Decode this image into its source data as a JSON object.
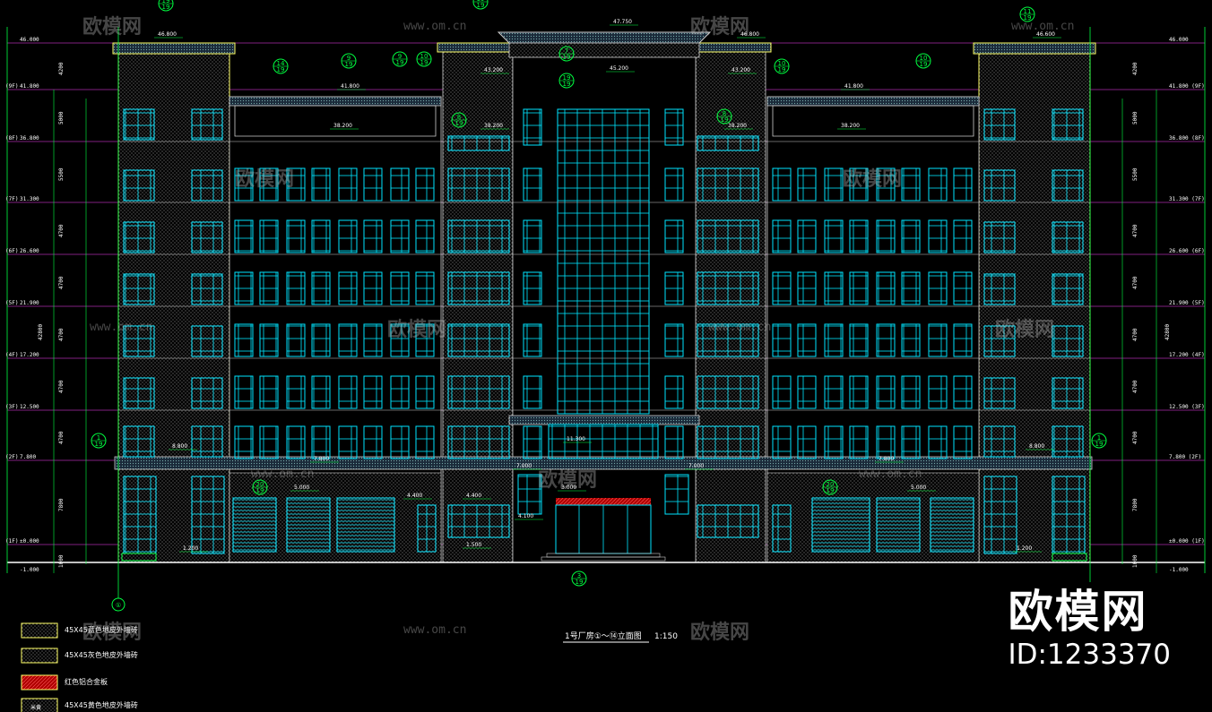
{
  "drawing": {
    "title": "1号厂房①～⑭立面图",
    "scale": "1:150",
    "levels_left": [
      {
        "label": "46.000",
        "floor": ""
      },
      {
        "label": "41.800",
        "floor": "(9F)"
      },
      {
        "label": "36.800",
        "floor": "(8F)"
      },
      {
        "label": "31.300",
        "floor": "(7F)"
      },
      {
        "label": "26.600",
        "floor": "(6F)"
      },
      {
        "label": "21.900",
        "floor": "(5F)"
      },
      {
        "label": "17.200",
        "floor": "(4F)"
      },
      {
        "label": "12.500",
        "floor": "(3F)"
      },
      {
        "label": "7.800",
        "floor": "(2F)"
      },
      {
        "label": "±0.000",
        "floor": "(1F)"
      },
      {
        "label": "-1.000",
        "floor": ""
      }
    ],
    "dims_vertical": [
      "4200",
      "5000",
      "5500",
      "4700",
      "4700",
      "4700",
      "4700",
      "4700",
      "7800",
      "1000"
    ],
    "total_height": "42800",
    "roof_marks": [
      "46.800",
      "47.750",
      "46.800",
      "46.600",
      "43.200",
      "45.200",
      "43.200",
      "41.800",
      "41.800",
      "38.200",
      "38.200",
      "38.200",
      "38.200",
      "11.300",
      "8.800",
      "8.800",
      "7.800",
      "7.800",
      "5.000",
      "5.000",
      "4.400",
      "4.400",
      "4.100",
      "3.000",
      "1.500",
      "1.200",
      "1.200",
      "7.000",
      "7.000"
    ],
    "axis_tags": [
      "1",
      "14",
      "1"
    ],
    "callouts": [
      "19",
      "14",
      "9",
      "10",
      "3",
      "7",
      "11",
      "20",
      "8"
    ],
    "axis_bottom_left": "①",
    "legend": [
      {
        "text": "45X45蓝色地皮外墙砖",
        "color": "#3a4a6a"
      },
      {
        "text": "45X45灰色地皮外墙砖",
        "color": "#4a4a4a"
      },
      {
        "text": "红色铝合金板",
        "color": "#b00000"
      },
      {
        "text": "45X45黄色地皮外墙砖",
        "color": "#8a8a40"
      }
    ],
    "legend_small": "米黄"
  },
  "watermark": {
    "brand": "欧模网",
    "url": "www.om.cn",
    "id": "ID:1233370"
  },
  "colors": {
    "background": "#000000",
    "building": "#00e5ff",
    "green": "#00ff40",
    "magenta": "#ff40ff",
    "yellow": "#ffff66",
    "white": "#ffffff",
    "red": "#cc0000"
  }
}
